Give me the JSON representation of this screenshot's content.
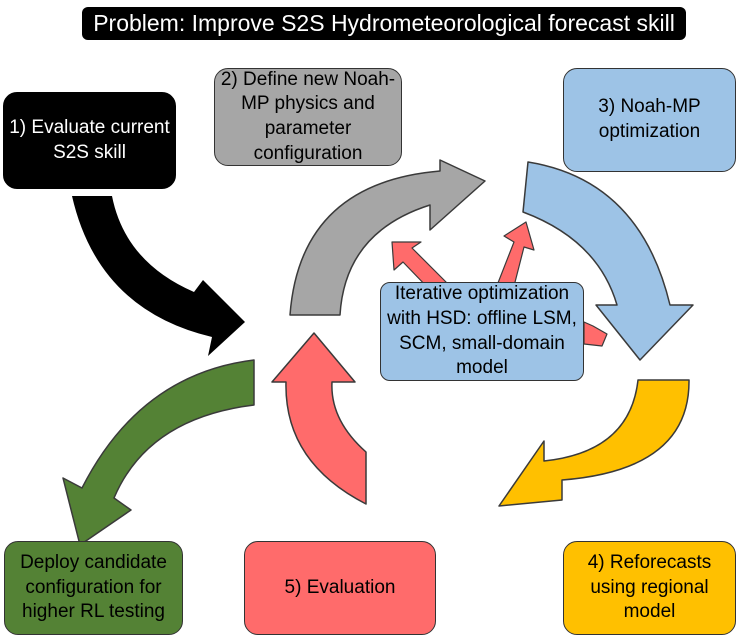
{
  "title": "Problem: Improve S2S Hydrometeorological forecast skill",
  "steps": {
    "evaluate": "1) Evaluate current\nS2S skill",
    "define": "2) Define new Noah-\nMP physics and\nparameter\nconfiguration",
    "optimize": "3) Noah-MP\noptimization",
    "center": "Iterative optimization\nwith HSD: offline LSM,\nSCM, small-domain\nmodel",
    "reforecasts": "4) Reforecasts\nusing regional\nmodel",
    "evaluation": "5) Evaluation",
    "deploy": "Deploy candidate\nconfiguration for\nhigher RL testing"
  },
  "colors": {
    "black": "#000000",
    "gray": "#a6a6a6",
    "blue": "#9dc3e6",
    "yellow": "#ffc000",
    "red": "#ff6b6b",
    "green": "#548235"
  }
}
